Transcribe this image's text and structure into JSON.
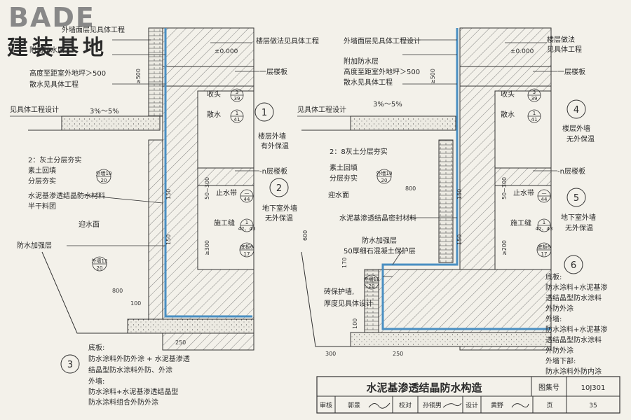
{
  "logo": {
    "brand": "BADE",
    "cn": "建装基地"
  },
  "left": {
    "top_labels": [
      "外墙面层见具体工程",
      "附加防水层",
      "高度至距室外地坪＞500",
      "散水见具体工程"
    ],
    "floor_note": "楼层做法见具体工程",
    "elev": "±0.000",
    "level_1": "一层楼板",
    "level_n": "-n层楼板",
    "spec_left": "见具体工程设计",
    "slope": "3%～5%",
    "backfill": [
      "2：灰土分层夯实",
      "素土回填",
      "分层夯实"
    ],
    "mat": [
      "水泥基渗透结晶防水材料",
      "半干料团"
    ],
    "face": "迎水面",
    "reinf": "防水加强层",
    "head": "收头",
    "apron": "散水",
    "stop": "止水带",
    "joint": "施工缝",
    "floor_ref": "底板6"
  },
  "right": {
    "top_labels": [
      "外墙面层见具体工程设计",
      "附加防水层",
      "高度至距室外地坪＞500",
      "散水见具体工程"
    ],
    "floor_note": [
      "楼层做法",
      "见具体工程"
    ],
    "elev": "±0.000",
    "level_1": "一层楼板",
    "level_n": "-n层楼板",
    "spec_left": "见具体工程设计",
    "slope": "3%～5%",
    "backfill": [
      "2：8灰土分层夯实",
      "素土回填",
      "分层夯实"
    ],
    "face": "迎水面",
    "mat": "水泥基渗透结晶密封材料",
    "reinf": "防水加强层",
    "protect": "50厚细石混凝土保护层",
    "brick": [
      "砖保护墙,",
      "厚度见具体设计"
    ],
    "head": "收头",
    "apron": "散水",
    "stop": "止水带",
    "joint": "施工缝",
    "floor_ref": "底板6"
  },
  "refs": {
    "r3_39": [
      "3",
      "39"
    ],
    "r1_41": [
      "1",
      "41"
    ],
    "r100_20": [
      "外墙10",
      "20"
    ],
    "r44": [
      "—",
      "44"
    ],
    "r42": [
      "1",
      "42、43"
    ],
    "r17": [
      "底板6",
      "17"
    ],
    "r12_20": [
      "外墙12",
      "20"
    ]
  },
  "details": [
    {
      "num": "1",
      "desc": [
        "楼层外墙",
        "有外保温"
      ]
    },
    {
      "num": "2",
      "desc": [
        "地下室外墙",
        "无外保温"
      ]
    },
    {
      "num": "4",
      "desc": [
        "楼层外墙",
        "无外保温"
      ]
    },
    {
      "num": "5",
      "desc": [
        "地下室外墙",
        "无外保温"
      ]
    },
    {
      "num": "3"
    },
    {
      "num": "6"
    }
  ],
  "note3": [
    "底板:",
    "防水涂料外防外涂 + 水泥基渗透",
    "结晶型防水涂料外防、外涂",
    "外墙:",
    "防水涂料+水泥基渗透结晶型",
    "防水涂料组合外防外涂"
  ],
  "note6": [
    "底板:",
    "防水涂料+水泥基渗",
    "透结晶型防水涂料",
    "外防外涂",
    "外墙:",
    "防水涂料+水泥基渗",
    "透结晶型防水涂料",
    "外防外涂",
    "外墙下部:",
    "防水涂料外防内涂"
  ],
  "dims": {
    "d500": "≥500",
    "d150": "150",
    "d300": "≥300",
    "d800": "800",
    "d100": "100",
    "d250": "250",
    "d50300": "50~300",
    "d600": "600",
    "d170": "170",
    "d300b": "300",
    "d200": "≥200"
  },
  "title_block": {
    "title": "水泥基渗透结晶防水构造",
    "atlas_label": "图集号",
    "atlas_no": "10J301",
    "review": "审核",
    "review_name": "郭景",
    "check": "校对",
    "check_name": "孙铜男",
    "design": "设计",
    "design_name": "黄野",
    "page_label": "页",
    "page_no": "35"
  }
}
